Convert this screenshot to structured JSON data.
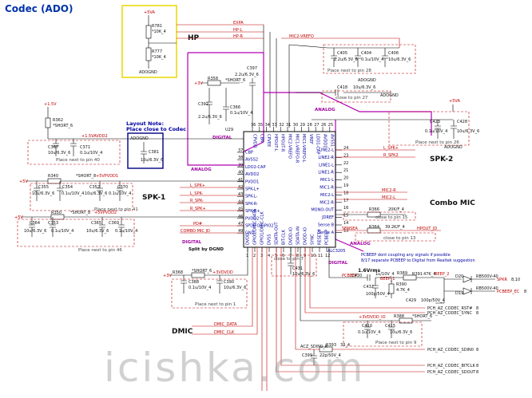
{
  "title": "Codec (ADO)",
  "block_labels": {
    "hp": "HP",
    "spk2": "SPK-2",
    "spk1": "SPK-1",
    "combo_mic": "Combo MIC",
    "dmic": "DMIC"
  },
  "layout_note": {
    "line1": "Layout Note:",
    "line2": "Place close to Codec"
  },
  "ic": {
    "ref": "U29",
    "part": "ALC3205",
    "left_pins": [
      {
        "num": "37",
        "name": "CBP"
      },
      {
        "num": "38",
        "name": "AVSS2"
      },
      {
        "num": "39",
        "name": "LDO2-CAP"
      },
      {
        "num": "40",
        "name": "AVDD2"
      },
      {
        "num": "41",
        "name": "PVDD1"
      },
      {
        "num": "42",
        "name": "SPK-L+"
      },
      {
        "num": "43",
        "name": "SPK-L-"
      },
      {
        "num": "44",
        "name": "SPK-R-"
      },
      {
        "num": "45",
        "name": "SPK-R+"
      },
      {
        "num": "46",
        "name": "PVDD2"
      },
      {
        "num": "47",
        "name": "SPDIFO/GPIO2"
      },
      {
        "num": "49",
        "name": "GND"
      }
    ],
    "right_pins": [
      {
        "num": "24",
        "name": "LINE2-L"
      },
      {
        "num": "23",
        "name": "LINE2-R"
      },
      {
        "num": "22",
        "name": "LINE1-L"
      },
      {
        "num": "21",
        "name": "LINE1-R"
      },
      {
        "num": "20",
        "name": "MIC1-L"
      },
      {
        "num": "19",
        "name": "MIC1-R"
      },
      {
        "num": "18",
        "name": "MIC2-L"
      },
      {
        "num": "17",
        "name": "MIC2-R"
      },
      {
        "num": "16",
        "name": "MONO-OUT"
      },
      {
        "num": "15",
        "name": "JDREF"
      },
      {
        "num": "14",
        "name": "Sense B"
      },
      {
        "num": "13",
        "name": "Sense A"
      }
    ],
    "top_pins": [
      {
        "num": "36",
        "name": "CPVDD"
      },
      {
        "num": "35",
        "name": "CBN"
      },
      {
        "num": "34",
        "name": "CPVEE"
      },
      {
        "num": "33",
        "name": "HPOUT-L"
      },
      {
        "num": "32",
        "name": "HPOUT-R"
      },
      {
        "num": "31",
        "name": "MIC2-VREFO"
      },
      {
        "num": "30",
        "name": "MIC1-VREFO-R"
      },
      {
        "num": "29",
        "name": "MIC1-VREFO-L"
      },
      {
        "num": "28",
        "name": "VREF"
      },
      {
        "num": "27",
        "name": "LDO1-CAP"
      },
      {
        "num": "26",
        "name": "AVDD1"
      },
      {
        "num": "25",
        "name": "AVSS1"
      }
    ],
    "bottom_pins": [
      {
        "num": "1",
        "name": "DVDD"
      },
      {
        "num": "2",
        "name": "GPIO0/DMIC-DATA"
      },
      {
        "num": "3",
        "name": "GPIO1/DMIC-CLK"
      },
      {
        "num": "4",
        "name": "DVSS"
      },
      {
        "num": "5",
        "name": "SDATA-OUT"
      },
      {
        "num": "6",
        "name": "BIT-CLK"
      },
      {
        "num": "7",
        "name": "DVDD-IO"
      },
      {
        "num": "8",
        "name": "SDATA-IN"
      },
      {
        "num": "9",
        "name": "DVDD-IO"
      },
      {
        "num": "10",
        "name": "SYNC"
      },
      {
        "num": "11",
        "name": "RESET#"
      },
      {
        "num": "12",
        "name": "PCBEEP"
      }
    ]
  },
  "region_labels": {
    "digital_top": "DIGITAL",
    "analog_left": "ANALOG",
    "analog_top": "ANALOG",
    "analog_right": "ANALOG",
    "digital_left": "DIGITAL",
    "digital_right": "DIGITAL",
    "split": "Split by DGND"
  },
  "nets": {
    "expa": "EXPA",
    "hp_l": "HP-L",
    "hp_r": "HP-R",
    "mic2_vrefo": "MIC2-VREFO",
    "l_spk_plus": "L_SPK+",
    "l_spk_minus": "L_SPK-",
    "r_spk_minus": "R_SPK-",
    "r_spk_plus": "R_SPK+",
    "r_spk2_plus": "L_SPK+",
    "r_spk2_minus": "R_SPK2",
    "mic2_r": "MIC2-R",
    "mic2_l": "MIC2-L",
    "sense_b": "SENSEA",
    "hpout_jd": "HPOUT_JD",
    "pd": "PD#",
    "combo_mic_jd": "COMBO MIC JD",
    "pcbeep": "PCBEEP",
    "beep_1": "BEEP_1",
    "beep_2": "BEEP_2",
    "spkr": "SPKR",
    "pcbeep_ec": "PCBEEP_EC",
    "rst": "PCH_AZ_CODEC_RST#",
    "sync": "PCH_AZ_CODEC_SYNC",
    "sdin0": "PCH_AZ_CODEC_SDIN0",
    "bitclk": "PCH_AZ_CODEC_BITCLK",
    "sdout": "PCH_AZ_CODEC_SDOUT",
    "acz_sdin0": "ACZ_SDIN0_R",
    "dmic_data": "DMIC_DATA",
    "dmic_clk": "DMIC_CLK",
    "ref_1_6vrms": "1.6Vrms"
  },
  "rails": {
    "p5va": "+5VA",
    "p3v": "+3V",
    "p1_5v": "+1.5V",
    "p1_5vavdd2": "+1.5VAVDD2",
    "p5v_1": "+5V",
    "p5v_2": "+5V",
    "p5vpvdd1": "+5VPVDD1",
    "p5vpvdd2": "+5VPVDD2",
    "p3vdvdd": "+3VDVDD",
    "p3vdvdd_io": "+3VDVDD_IO",
    "p5va_right": "+5VA"
  },
  "grounds": {
    "adognd_1": "ADOGND",
    "adognd_2": "ADOGND",
    "adognd_3": "ADOGND",
    "adognd_4": "ADOGND",
    "adognd_box": "ADOGND"
  },
  "components": {
    "r781": {
      "ref": "R781",
      "val": "*10K_4"
    },
    "r777": {
      "ref": "R777",
      "val": "*10K_4"
    },
    "c397": {
      "ref": "C397",
      "val": "2.2u/6.3V_6"
    },
    "r358": {
      "ref": "R358",
      "val": "*SHORT_6"
    },
    "c392": {
      "ref": "C392",
      "val": "2.2u/6.3V_6"
    },
    "c366": {
      "ref": "C366",
      "val": "0.1u/10V_4"
    },
    "r362": {
      "ref": "R362",
      "val": "*SHORT_6"
    },
    "c367": {
      "ref": "C367",
      "val": "10u/6.3V_6"
    },
    "c371": {
      "ref": "C371",
      "val": "0.1u/10V_4"
    },
    "c381": {
      "ref": "C381",
      "val": "10u/6.3V_6"
    },
    "c405": {
      "ref": "C405",
      "val": "2.2u/6.3V_6"
    },
    "c404": {
      "ref": "C404",
      "val": "0.1u/10V_4"
    },
    "c406": {
      "ref": "C406",
      "val": "10u/6.3V_6"
    },
    "c418": {
      "ref": "C418",
      "val": "10u/6.3V_6"
    },
    "c423": {
      "ref": "C423",
      "val": "0.1u/10V_4"
    },
    "c428": {
      "ref": "C428",
      "val": "10u/6.3V_6"
    },
    "r340": {
      "ref": "R340",
      "val": "*SHORT_8"
    },
    "c355": {
      "ref": "C355",
      "val": "10u/6.3V_6"
    },
    "c354": {
      "ref": "C354",
      "val": "0.1u/10V_4"
    },
    "c352": {
      "ref": "C352",
      "val": "10u/6.3V_6"
    },
    "c370": {
      "ref": "C370",
      "val": "0.1u/10V_4"
    },
    "r350": {
      "ref": "R350",
      "val": "*SHORT_8"
    },
    "c364": {
      "ref": "C364",
      "val": "10u/6.3V_6"
    },
    "c353": {
      "ref": "C353",
      "val": "0.1u/10V_4"
    },
    "c365": {
      "ref": "C365",
      "val": "10u/6.3V_6"
    },
    "c369": {
      "ref": "C369",
      "val": "0.1u/10V_4"
    },
    "r366": {
      "ref": "R366",
      "val": "20K/F_4"
    },
    "r364": {
      "ref": "R364",
      "val": "39.2K/F_4"
    },
    "r368": {
      "ref": "R368",
      "val": "*SHORT_6"
    },
    "c388": {
      "ref": "C388",
      "val": "0.1u/10V_4"
    },
    "c390": {
      "ref": "C390",
      "val": "10u/6.3V_6"
    },
    "c431": {
      "ref": "C431",
      "val": "10u/6.3V_6"
    },
    "c430": {
      "ref": "C430",
      "val": "1u/10V_4"
    },
    "r389": {
      "ref": "R389",
      "val": "*SHORT_6"
    },
    "r391": {
      "ref": "R391",
      "val": "47K_4"
    },
    "c432": {
      "ref": "C432",
      "val": "100p/50V_4"
    },
    "r390": {
      "ref": "R390",
      "val": "4.7K_4"
    },
    "c429": {
      "ref": "C429",
      "val": "100p/50V_4"
    },
    "d20": {
      "ref": "D20",
      "val": "RB500V-40"
    },
    "d19": {
      "ref": "D19",
      "val": "RB500V-40"
    },
    "r388": {
      "ref": "R388",
      "val": "*SHORT_6"
    },
    "c410": {
      "ref": "C410",
      "val": "0.1u/10V_4"
    },
    "c415": {
      "ref": "C415",
      "val": "10u/6.3V_6"
    },
    "r393": {
      "ref": "R393",
      "val": "33_4"
    },
    "c399": {
      "ref": "C399",
      "val": "22p/50V_4"
    }
  },
  "place_notes": {
    "pin40": "Place next to pin 40",
    "pin41": "Place next to pin 41",
    "pin46": "Place next to pin 46",
    "pin1": "Place next to pin 1",
    "pin28": "Place next to pin 28",
    "pin27": "close to pin 27",
    "pin26": "Place next to pin 26",
    "pin15": "close to pin 15",
    "pin13": "close to pin 13",
    "pin9": "Place next to pin 9",
    "pin7": "close to pin 7"
  },
  "pcbeep_note": {
    "line1": "PCBEEP dont coupling any signals if possible",
    "line2": "8/17 separate PCBEEP to Digital from Realtek suggestion"
  },
  "off_page": {
    "spkr": "8,10",
    "pcbeep_ec": "8",
    "rst": "8",
    "sync": "8",
    "sdin0": "8",
    "bitclk": "8",
    "sdout": "8"
  },
  "watermark": "icishka.com"
}
